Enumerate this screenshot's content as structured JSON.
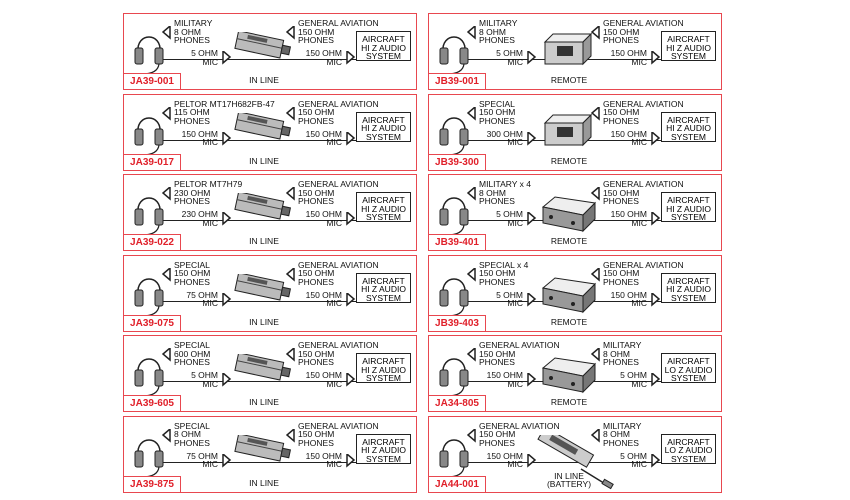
{
  "panels": [
    {
      "code": "JA39-001",
      "left_top": "MILITARY\n8 OHM\nPHONES",
      "left_mic": "5 OHM\nMIC",
      "right_top": "GENERAL AVIATION\n150 OHM\nPHONES",
      "right_mic": "150 OHM\nMIC",
      "system": "AIRCRAFT\nHI Z AUDIO\nSYSTEM",
      "device": "IN LINE",
      "type": "inline"
    },
    {
      "code": "JB39-001",
      "left_top": "MILITARY\n8 OHM\nPHONES",
      "left_mic": "5 OHM\nMIC",
      "right_top": "GENERAL AVIATION\n150 OHM\nPHONES",
      "right_mic": "150 OHM\nMIC",
      "system": "AIRCRAFT\nHI Z AUDIO\nSYSTEM",
      "device": "REMOTE",
      "type": "remote"
    },
    {
      "code": "JA39-017",
      "left_top": "PELTOR MT17H682FB-47\n115 OHM\nPHONES",
      "left_mic": "150 OHM\nMIC",
      "right_top": "GENERAL AVIATION\n150 OHM\nPHONES",
      "right_mic": "150 OHM\nMIC",
      "system": "AIRCRAFT\nHI Z AUDIO\nSYSTEM",
      "device": "IN LINE",
      "type": "inline"
    },
    {
      "code": "JB39-300",
      "left_top": "SPECIAL\n150 OHM\nPHONES",
      "left_mic": "300 OHM\nMIC",
      "right_top": "GENERAL AVIATION\n150 OHM\nPHONES",
      "right_mic": "150 OHM\nMIC",
      "system": "AIRCRAFT\nHI Z AUDIO\nSYSTEM",
      "device": "REMOTE",
      "type": "remote"
    },
    {
      "code": "JA39-022",
      "left_top": "PELTOR MT7H79\n230 OHM\nPHONES",
      "left_mic": "230 OHM\nMIC",
      "right_top": "GENERAL AVIATION\n150 OHM\nPHONES",
      "right_mic": "150 OHM\nMIC",
      "system": "AIRCRAFT\nHI Z AUDIO\nSYSTEM",
      "device": "IN LINE",
      "type": "inline"
    },
    {
      "code": "JB39-401",
      "left_top": "MILITARY x 4\n8 OHM\nPHONES",
      "left_mic": "5 OHM\nMIC",
      "right_top": "GENERAL AVIATION\n150 OHM\nPHONES",
      "right_mic": "150 OHM\nMIC",
      "system": "AIRCRAFT\nHI Z AUDIO\nSYSTEM",
      "device": "REMOTE",
      "type": "remote4"
    },
    {
      "code": "JA39-075",
      "left_top": "SPECIAL\n150 OHM\nPHONES",
      "left_mic": "75 OHM\nMIC",
      "right_top": "GENERAL AVIATION\n150 OHM\nPHONES",
      "right_mic": "150 OHM\nMIC",
      "system": "AIRCRAFT\nHI Z AUDIO\nSYSTEM",
      "device": "IN LINE",
      "type": "inline"
    },
    {
      "code": "JB39-403",
      "left_top": "SPECIAL x 4\n150 OHM\nPHONES",
      "left_mic": "5 OHM\nMIC",
      "right_top": "GENERAL AVIATION\n150 OHM\nPHONES",
      "right_mic": "150 OHM\nMIC",
      "system": "AIRCRAFT\nHI Z AUDIO\nSYSTEM",
      "device": "REMOTE",
      "type": "remote4"
    },
    {
      "code": "JA39-605",
      "left_top": "SPECIAL\n600 OHM\nPHONES",
      "left_mic": "5 OHM\nMIC",
      "right_top": "GENERAL AVIATION\n150 OHM\nPHONES",
      "right_mic": "150 OHM\nMIC",
      "system": "AIRCRAFT\nHI Z AUDIO\nSYSTEM",
      "device": "IN LINE",
      "type": "inline"
    },
    {
      "code": "JA34-805",
      "left_top": "GENERAL AVIATION\n150 OHM\nPHONES",
      "left_mic": "150 OHM\nMIC",
      "right_top": "MILITARY\n8 OHM\nPHONES",
      "right_mic": "5 OHM\nMIC",
      "system": "AIRCRAFT\nLO Z AUDIO\nSYSTEM",
      "device": "REMOTE",
      "type": "remote4"
    },
    {
      "code": "JA39-875",
      "left_top": "SPECIAL\n8 OHM\nPHONES",
      "left_mic": "75 OHM\nMIC",
      "right_top": "GENERAL AVIATION\n150 OHM\nPHONES",
      "right_mic": "150 OHM\nMIC",
      "system": "AIRCRAFT\nHI Z AUDIO\nSYSTEM",
      "device": "IN LINE",
      "type": "inline"
    },
    {
      "code": "JA44-001",
      "left_top": "GENERAL AVIATION\n150 OHM\nPHONES",
      "left_mic": "150 OHM\nMIC",
      "right_top": "MILITARY\n8 OHM\nPHONES",
      "right_mic": "5 OHM\nMIC",
      "system": "AIRCRAFT\nLO Z AUDIO\nSYSTEM",
      "device": "IN LINE\n(BATTERY)",
      "type": "battery"
    }
  ]
}
